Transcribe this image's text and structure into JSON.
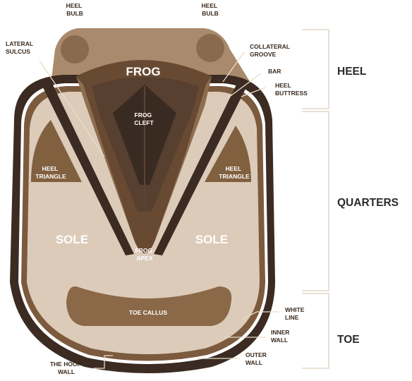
{
  "diagram": {
    "colors": {
      "outer_wall": "#3b2b22",
      "white_line": "#ffffff",
      "inner_wall": "#7c5a3e",
      "sole": "#dccbb9",
      "bulbs_base": "#a98a6c",
      "bulb": "#8a6a4c",
      "frog": "#684a33",
      "frog_inner": "#574030",
      "frog_cleft": "#3a2b22",
      "heel_triangle": "#80603f",
      "toe_callus": "#8a6848",
      "labels_dark": "#3a2a1e",
      "bracket": "#ddd0bf"
    },
    "labels": {
      "heel_bulb_left": [
        "HEEL",
        "BULB"
      ],
      "heel_bulb_right": [
        "HEEL",
        "BULB"
      ],
      "lateral_sulcus": [
        "LATERAL",
        "SULCUS"
      ],
      "collateral_groove": [
        "COLLATERAL",
        "GROOVE"
      ],
      "bar": "BAR",
      "heel_buttress": [
        "HEEL",
        "BUTTRESS"
      ],
      "frog": "FROG",
      "frog_cleft": [
        "FROG",
        "CLEFT"
      ],
      "heel_triangle_left": [
        "HEEL",
        "TRIANGLE"
      ],
      "heel_triangle_right": [
        "HEEL",
        "TRIANGLE"
      ],
      "sole_left": "SOLE",
      "sole_right": "SOLE",
      "frog_apex": [
        "FROG",
        "APEX"
      ],
      "toe_callus": "TOE CALLUS",
      "white_line": [
        "WHITE",
        "LINE"
      ],
      "inner_wall": [
        "INNER",
        "WALL"
      ],
      "outer_wall": [
        "OUTER",
        "WALL"
      ],
      "hoof_wall": [
        "THE HOOF",
        "WALL"
      ]
    },
    "regions": {
      "heel": "HEEL",
      "quarters": "QUARTERS",
      "toe": "TOE"
    }
  }
}
